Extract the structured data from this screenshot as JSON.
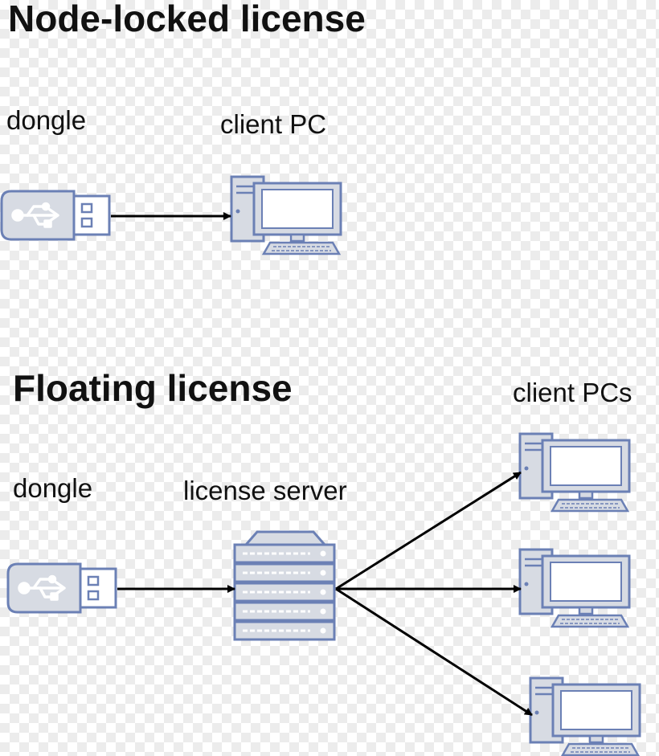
{
  "node_locked": {
    "title": "Node-locked license",
    "dongle_label": "dongle",
    "client_label": "client PC"
  },
  "floating": {
    "title": "Floating license",
    "dongle_label": "dongle",
    "server_label": "license server",
    "clients_label": "client PCs"
  },
  "colors": {
    "device_fill": "#d7dbe3",
    "device_stroke": "#6b80b5",
    "screen_fill": "#ffffff",
    "arrow": "#000000"
  },
  "icons": [
    "usb-dongle-icon",
    "desktop-pc-icon",
    "server-rack-icon"
  ]
}
